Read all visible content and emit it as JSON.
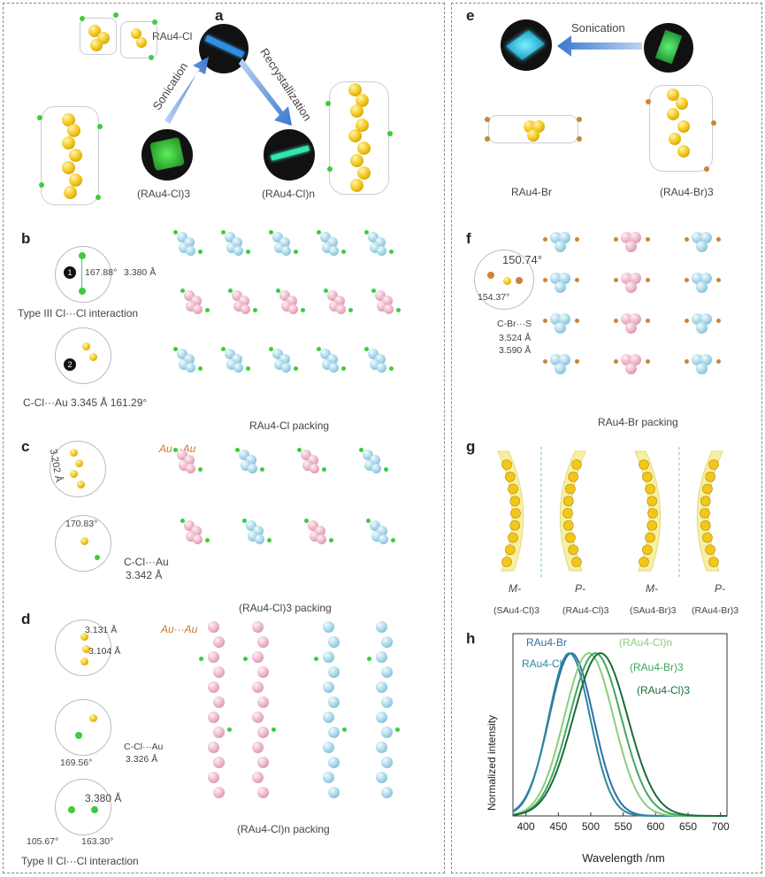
{
  "panels": {
    "a": "a",
    "b": "b",
    "c": "c",
    "d": "d",
    "e": "e",
    "f": "f",
    "g": "g",
    "h": "h"
  },
  "panel_a": {
    "top_label": "RAu4-Cl",
    "left_arrow": "Sonication",
    "right_arrow": "Recrystallization",
    "trimer_label": "(RAu4-Cl)3",
    "polymer_label": "(RAu4-Cl)n"
  },
  "panel_b": {
    "angle": "167.88°",
    "distance": "3.380 Å",
    "interaction": "Type III Cl···Cl interaction",
    "ccl_au": "C-Cl···Au  3.345 Å 161.29°",
    "packing": "RAu4-Cl packing",
    "badge1": "1",
    "badge2": "2"
  },
  "panel_c": {
    "auau": "Au···Au",
    "distance": "3.202 Å",
    "angle": "170.83°",
    "ccl_au": "C-Cl···Au",
    "ccl_dist": "3.342 Å",
    "packing": "(RAu4-Cl)3 packing"
  },
  "panel_d": {
    "d1": "3.131 Å",
    "d2": "3.104 Å",
    "auau": "Au···Au",
    "angle": "169.56°",
    "ccl_au": "C-Cl···Au",
    "ccl_dist": "3.326 Å",
    "d3": "3.380 Å",
    "angle2": "105.67°",
    "angle3": "163.30°",
    "interaction": "Type II Cl···Cl interaction",
    "packing": "(RAu4-Cl)n packing"
  },
  "panel_e": {
    "arrow": "Sonication",
    "monomer": "RAu4-Br",
    "trimer": "(RAu4-Br)3"
  },
  "panel_f": {
    "a1": "150.74°",
    "a2": "154.37°",
    "cbrs": "C-Br···S",
    "d1": "3.524 Å",
    "d2": "3.590 Å",
    "packing": "RAu4-Br packing"
  },
  "panel_g": {
    "m1": "M-",
    "p1": "P-",
    "m2": "M-",
    "p2": "P-",
    "l1": "(SAu4-Cl)3",
    "l2": "(RAu4-Cl)3",
    "l3": "(SAu4-Br)3",
    "l4": "(RAu4-Br)3"
  },
  "colors": {
    "gold": "#f3c61b",
    "pink": "#eab0c2",
    "cyan": "#9fd3e6",
    "chlorine": "#3ccc3c",
    "bromine": "#c98535",
    "arrow": "#4a7fcf"
  },
  "chart_data": {
    "type": "line",
    "xlabel": "Wavelength /nm",
    "ylabel": "Normalized intensity",
    "xlim": [
      380,
      710
    ],
    "ylim": [
      0,
      1.12
    ],
    "xticks": [
      400,
      450,
      500,
      550,
      600,
      650,
      700
    ],
    "series": [
      {
        "name": "RAu4-Br",
        "color": "#2f6fa8",
        "peak": 470,
        "width": 34
      },
      {
        "name": "RAu4-Cl",
        "color": "#2a8a9e",
        "peak": 467,
        "width": 32
      },
      {
        "name": "(RAu4-Cl)n",
        "color": "#8bcf7a",
        "peak": 497,
        "width": 38
      },
      {
        "name": "(RAu4-Br)3",
        "color": "#3fa860",
        "peak": 507,
        "width": 40
      },
      {
        "name": "(RAu4-Cl)3",
        "color": "#1d6b3a",
        "peak": 515,
        "width": 42
      }
    ],
    "annotations": [
      "RAu4-Br",
      "RAu4-Cl",
      "(RAu4-Cl)n",
      "(RAu4-Br)3",
      "(RAu4-Cl)3"
    ]
  }
}
